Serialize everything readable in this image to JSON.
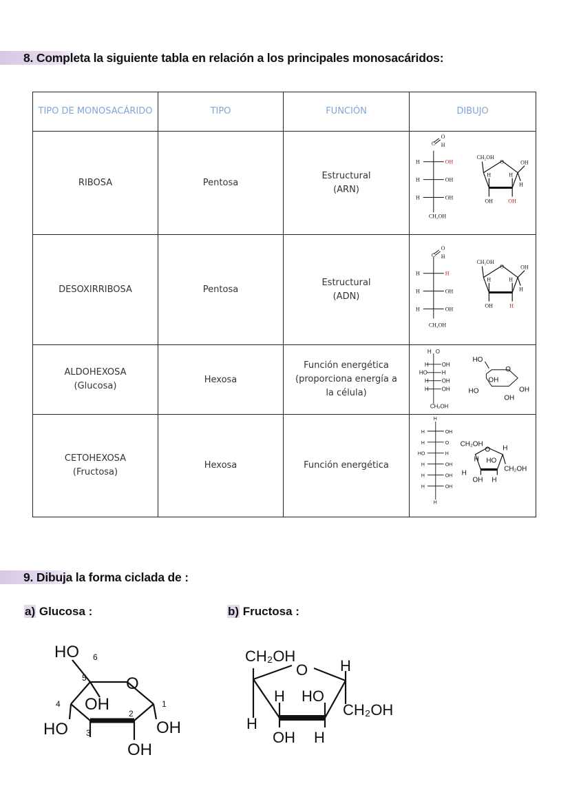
{
  "q8": {
    "number": "8.",
    "text": "Completa la siguiente tabla en relación a los principales monosacáridos:"
  },
  "table": {
    "headers": [
      "TIPO DE MONOSACÁRIDO",
      "TIPO",
      "FUNCIÓN",
      "DIBUJO"
    ],
    "rows": [
      {
        "name": [
          "RIBOSA"
        ],
        "tipo": "Pentosa",
        "funcion": [
          "Estructural",
          "(ARN)"
        ]
      },
      {
        "name": [
          "DESOXIRRIBOSA"
        ],
        "tipo": "Pentosa",
        "funcion": [
          "Estructural",
          "(ADN)"
        ]
      },
      {
        "name": [
          "ALDOHEXOSA",
          "(Glucosa)"
        ],
        "tipo": "Hexosa",
        "funcion": [
          "Función energética",
          "(proporciona energía a",
          "la célula)"
        ]
      },
      {
        "name": [
          "CETOHEXOSA",
          "(Fructosa)"
        ],
        "tipo": "Hexosa",
        "funcion": [
          "Función energética"
        ]
      }
    ]
  },
  "q9": {
    "number": "9.",
    "text": "Dibuja la forma ciclada de :"
  },
  "answers": {
    "a": {
      "letter": "a)",
      "label": "Glucosa :"
    },
    "b": {
      "letter": "b)",
      "label": "Fructosa :"
    }
  },
  "glucose_labels": {
    "ho6": "HO",
    "c6": "6",
    "c5": "5",
    "ring_o": "O",
    "c4": "4",
    "oh4": "OH",
    "c1": "1",
    "c2": "2",
    "c3": "3",
    "ho3": "HO",
    "oh1": "OH",
    "oh2": "OH"
  },
  "fructose_labels": {
    "ch2oh_top": "CH₂OH",
    "ring_o": "O",
    "h_top": "H",
    "h_mid": "H",
    "ho_mid": "HO",
    "ch2oh_right": "CH₂OH",
    "h_left": "H",
    "oh_bottom": "OH",
    "h_bottom": "H"
  }
}
